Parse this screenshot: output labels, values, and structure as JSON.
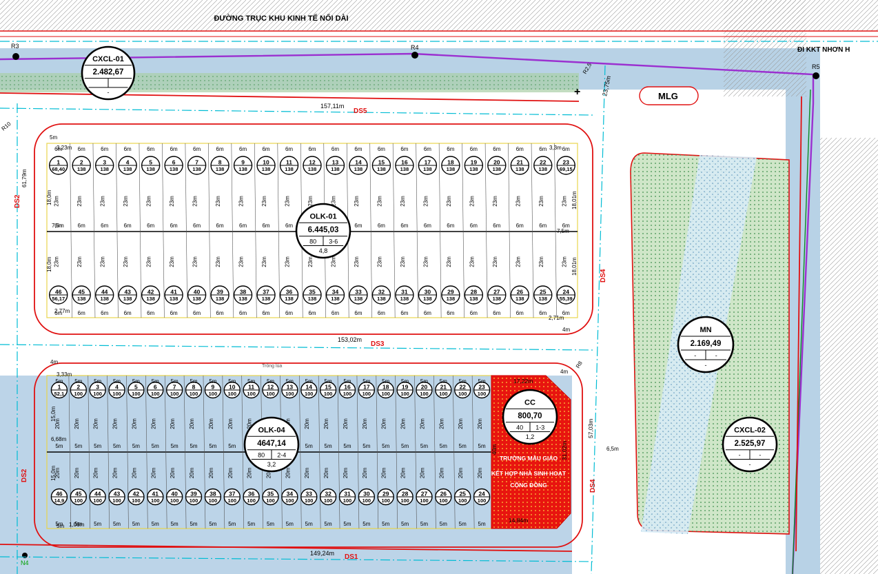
{
  "roads": {
    "main_title": "ĐƯỜNG TRỤC KHU KINH TẾ NỐI DÀI",
    "right_label": "ĐI KKT NHƠN H",
    "marker_mlg": "MLG",
    "ds5": "DS5",
    "ds3": "DS3",
    "ds1": "DS1",
    "ds2": "DS2",
    "ds4": "DS4",
    "len_top": "157,11m",
    "len_mid": "153,02m",
    "len_bot": "149,24m",
    "ramp_len": "23,75m"
  },
  "control_points": [
    "R3",
    "R4",
    "R5",
    "N4"
  ],
  "corner_radii": [
    "R10",
    "R8",
    "R2,5"
  ],
  "parcels": {
    "cxcl01": {
      "code": "CXCL-01",
      "area": "2.482,67",
      "cells": [
        "",
        "",
        "-"
      ]
    },
    "olk01": {
      "code": "OLK-01",
      "area": "6.445,03",
      "cells": [
        "80",
        "3-6",
        "4,8"
      ]
    },
    "olk04": {
      "code": "OLK-04",
      "area": "4647,14",
      "cells": [
        "80",
        "2-4",
        "3,2"
      ]
    },
    "cc": {
      "code": "CC",
      "area": "800,70",
      "cells": [
        "40",
        "1-3",
        "1,2"
      ]
    },
    "mn": {
      "code": "MN",
      "area": "2.169,49",
      "cells": [
        "-",
        "-",
        "-"
      ]
    },
    "cxcl02": {
      "code": "CXCL-02",
      "area": "2.525,97",
      "cells": [
        "-",
        "-",
        "-"
      ]
    }
  },
  "kindergarten_label": [
    "TRƯỜNG MẪU GIÁO",
    "KẾT HỢP NHÀ SINH HOẠT",
    "CỘNG ĐỒNG"
  ],
  "block_olk01": {
    "top_numbers": [
      "1",
      "2",
      "3",
      "4",
      "5",
      "6",
      "7",
      "8",
      "9",
      "10",
      "11",
      "12",
      "13",
      "14",
      "15",
      "16",
      "17",
      "18",
      "19",
      "20",
      "21",
      "22",
      "23"
    ],
    "top_areas": [
      "68,40",
      "138",
      "138",
      "138",
      "138",
      "138",
      "138",
      "138",
      "138",
      "138",
      "138",
      "138",
      "138",
      "138",
      "138",
      "138",
      "138",
      "138",
      "138",
      "138",
      "138",
      "138",
      "69,15"
    ],
    "bottom_numbers": [
      "46",
      "45",
      "44",
      "43",
      "42",
      "41",
      "40",
      "39",
      "38",
      "37",
      "36",
      "35",
      "34",
      "33",
      "32",
      "31",
      "30",
      "29",
      "28",
      "27",
      "26",
      "25",
      "24"
    ],
    "bottom_areas": [
      "56,17",
      "138",
      "138",
      "138",
      "138",
      "138",
      "138",
      "138",
      "138",
      "138",
      "138",
      "138",
      "138",
      "138",
      "138",
      "138",
      "138",
      "138",
      "138",
      "138",
      "138",
      "138",
      "55,39"
    ],
    "lot_width": "6m",
    "depth": "23m",
    "dims": {
      "top_left": "3,23m",
      "top_right": "3,3m",
      "bottom_left": "2,77m",
      "bottom_right": "2,71m",
      "side_left_top": "18,0m",
      "side_left_bot": "18,0m",
      "side_right_top": "18,01m",
      "side_right_bot": "18,01m",
      "gap_left": "7,5m",
      "gap_right": "7,5m",
      "front": "5m",
      "rear": "4m"
    }
  },
  "block_olk04": {
    "top_numbers": [
      "1",
      "2",
      "3",
      "4",
      "5",
      "6",
      "7",
      "8",
      "9",
      "10",
      "11",
      "12",
      "13",
      "14",
      "15",
      "16",
      "17",
      "18",
      "19",
      "20",
      "21",
      "22",
      "23"
    ],
    "top_areas": [
      "52,1",
      "100",
      "100",
      "100",
      "100",
      "100",
      "100",
      "100",
      "100",
      "100",
      "100",
      "100",
      "100",
      "100",
      "100",
      "100",
      "100",
      "100",
      "100",
      "100",
      "100",
      "100",
      "100"
    ],
    "bottom_numbers": [
      "46",
      "45",
      "44",
      "43",
      "42",
      "41",
      "40",
      "39",
      "38",
      "37",
      "36",
      "35",
      "34",
      "33",
      "32",
      "31",
      "30",
      "29",
      "28",
      "27",
      "26",
      "25",
      "24"
    ],
    "bottom_areas": [
      "14,9",
      "100",
      "100",
      "100",
      "100",
      "100",
      "100",
      "100",
      "100",
      "100",
      "100",
      "100",
      "100",
      "100",
      "100",
      "100",
      "100",
      "100",
      "100",
      "100",
      "100",
      "100",
      "100"
    ],
    "lot_width": "5m",
    "depth": "20m",
    "dims": {
      "top_left": "3,33m",
      "bottom_left": "1,06m",
      "side_left": "15,0m",
      "side_left_bot": "15,0m",
      "gap_left": "6,68m",
      "front": "4m",
      "rear": "5m"
    }
  },
  "cc_dims": {
    "top": "17,22m",
    "bottom": "14,84m",
    "side": "31,02m",
    "side2": "57,03m",
    "inner": "40m",
    "ramp": "4m"
  },
  "misc": {
    "field_note": "Trồng lúa",
    "road_width": "61,79m",
    "right_width": "6,5m"
  },
  "colors": {
    "road_red": "#e01010",
    "boundary_purple": "#9b30d0",
    "cyan_line": "#00bcd4",
    "water_blue": "#9fc3dc",
    "park_green": "#cfe6c8",
    "cc_red": "#e8150f",
    "lot_yellow": "#e8d44d"
  }
}
